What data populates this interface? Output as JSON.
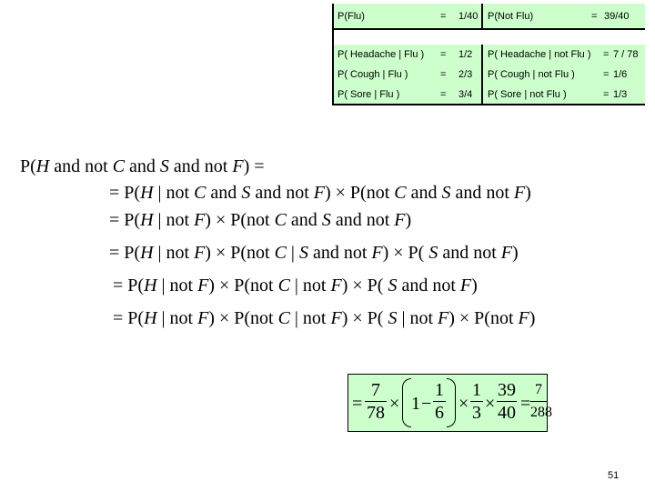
{
  "table": {
    "flu_label": "P(Flu)",
    "flu_eq": "=",
    "flu_val": "1/40",
    "notflu_label": "P(Not Flu)",
    "notflu_eq": "=",
    "notflu_val": "39/40",
    "rows": [
      {
        "left_label": "P( Headache | Flu )",
        "left_eq": "=",
        "left_val": "1/2",
        "right_label": "P( Headache | not Flu )",
        "right_eq": "=",
        "right_val": "7 / 78"
      },
      {
        "left_label": "P( Cough | Flu )",
        "left_eq": "=",
        "left_val": "2/3",
        "right_label": "P( Cough | not Flu )",
        "right_eq": "=",
        "right_val": "1/6"
      },
      {
        "left_label": "P( Sore | Flu )",
        "left_eq": "=",
        "left_val": "3/4",
        "right_label": "P( Sore | not Flu )",
        "right_eq": "=",
        "right_val": "1/3"
      }
    ]
  },
  "derivation": {
    "lines": [
      [
        [
          "t",
          "P("
        ],
        [
          "v",
          "H"
        ],
        [
          "t",
          " and not "
        ],
        [
          "v",
          "C"
        ],
        [
          "t",
          " and "
        ],
        [
          "v",
          "S"
        ],
        [
          "t",
          " and not "
        ],
        [
          "v",
          "F"
        ],
        [
          "t",
          ") ="
        ]
      ],
      [
        [
          "t",
          "= P("
        ],
        [
          "v",
          "H"
        ],
        [
          "t",
          " | not "
        ],
        [
          "v",
          "C"
        ],
        [
          "t",
          " and "
        ],
        [
          "v",
          "S"
        ],
        [
          "t",
          " and not "
        ],
        [
          "v",
          "F"
        ],
        [
          "t",
          ") × P(not "
        ],
        [
          "v",
          "C"
        ],
        [
          "t",
          " and "
        ],
        [
          "v",
          "S"
        ],
        [
          "t",
          " and not "
        ],
        [
          "v",
          "F"
        ],
        [
          "t",
          ")"
        ]
      ],
      [
        [
          "t",
          "= P("
        ],
        [
          "v",
          "H"
        ],
        [
          "t",
          " | not "
        ],
        [
          "v",
          "F"
        ],
        [
          "t",
          ") × P(not "
        ],
        [
          "v",
          "C"
        ],
        [
          "t",
          " and "
        ],
        [
          "v",
          "S"
        ],
        [
          "t",
          " and not "
        ],
        [
          "v",
          "F"
        ],
        [
          "t",
          ")"
        ]
      ],
      [
        [
          "t",
          "= P("
        ],
        [
          "v",
          "H"
        ],
        [
          "t",
          " | not "
        ],
        [
          "v",
          "F"
        ],
        [
          "t",
          ") × P(not "
        ],
        [
          "v",
          "C"
        ],
        [
          "t",
          " | "
        ],
        [
          "v",
          "S"
        ],
        [
          "t",
          " and not "
        ],
        [
          "v",
          "F"
        ],
        [
          "t",
          ") × P( "
        ],
        [
          "v",
          "S"
        ],
        [
          "t",
          " and not "
        ],
        [
          "v",
          "F"
        ],
        [
          "t",
          ")"
        ]
      ],
      [
        [
          "t",
          "= P("
        ],
        [
          "v",
          "H"
        ],
        [
          "t",
          " | not "
        ],
        [
          "v",
          "F"
        ],
        [
          "t",
          ") × P(not "
        ],
        [
          "v",
          "C"
        ],
        [
          "t",
          " | not "
        ],
        [
          "v",
          "F"
        ],
        [
          "t",
          ") × P( "
        ],
        [
          "v",
          "S"
        ],
        [
          "t",
          " and not "
        ],
        [
          "v",
          "F"
        ],
        [
          "t",
          ")"
        ]
      ],
      [
        [
          "t",
          "= P("
        ],
        [
          "v",
          "H"
        ],
        [
          "t",
          " | not "
        ],
        [
          "v",
          "F"
        ],
        [
          "t",
          ") × P(not "
        ],
        [
          "v",
          "C"
        ],
        [
          "t",
          " | not "
        ],
        [
          "v",
          "F"
        ],
        [
          "t",
          ") × P( "
        ],
        [
          "v",
          "S"
        ],
        [
          "t",
          " | not "
        ],
        [
          "v",
          "F"
        ],
        [
          "t",
          ") × P(not "
        ],
        [
          "v",
          "F"
        ],
        [
          "t",
          ")"
        ]
      ]
    ]
  },
  "result": {
    "eq1": "=",
    "f1_num": "7",
    "f1_den": "78",
    "times1": "×",
    "one": "1",
    "minus": "−",
    "f2_num": "1",
    "f2_den": "6",
    "times2": "×",
    "f3_num": "1",
    "f3_den": "3",
    "times3": "×",
    "f4_num": "39",
    "f4_den": "40",
    "eq2": "=",
    "f5_num": "7",
    "f5_den": "288"
  },
  "page_number": "51"
}
